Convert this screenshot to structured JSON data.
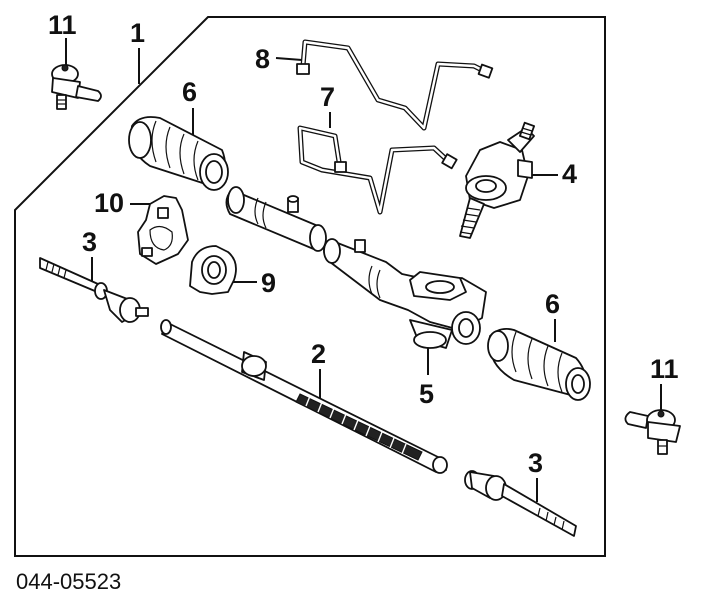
{
  "diagram": {
    "catalog_number": "044-05523",
    "callouts": {
      "c1": "1",
      "c2": "2",
      "c3_left": "3",
      "c3_right": "3",
      "c4": "4",
      "c5": "5",
      "c6_left": "6",
      "c6_right": "6",
      "c7": "7",
      "c8": "8",
      "c9": "9",
      "c10": "10",
      "c11_left": "11",
      "c11_right": "11"
    }
  }
}
